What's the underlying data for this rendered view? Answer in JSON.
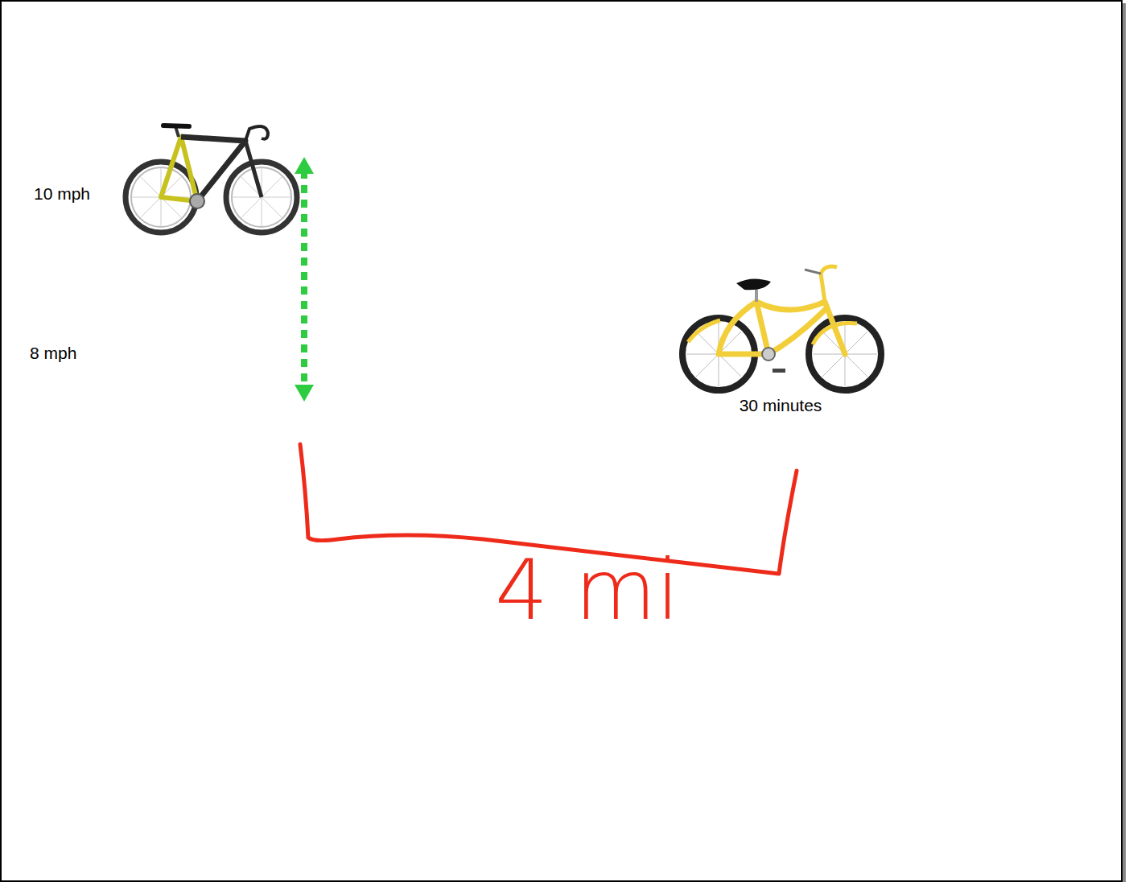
{
  "diagram": {
    "labels": [
      "10 mph",
      "8 mph",
      "30 minutes",
      "4 mi"
    ]
  }
}
